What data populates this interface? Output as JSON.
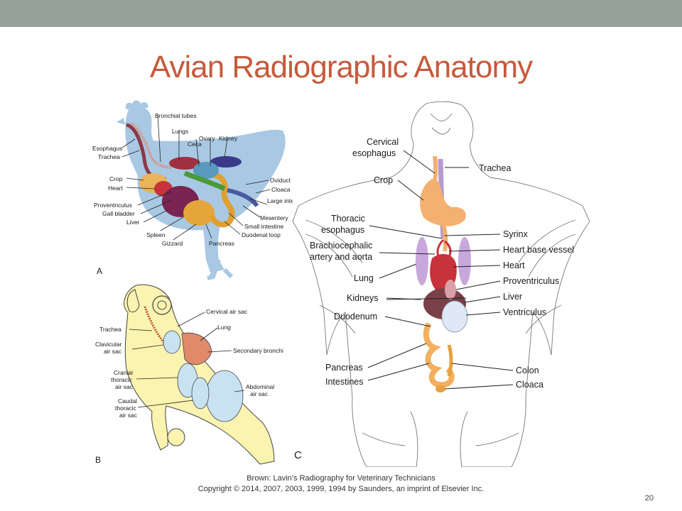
{
  "slide": {
    "title": "Avian Radiographic Anatomy",
    "citation_line1": "Brown: Lavin’s Radiography for Veterinary Technicians",
    "citation_line2": "Copyright © 2014, 2007, 2003, 1999, 1994 by Saunders, an imprint of Elsevier Inc.",
    "page_number": "20",
    "colors": {
      "top_bar": "#95a39a",
      "title": "#c75a3c",
      "body_blue": "#a8c8e4",
      "body_yellow": "#fbf3b0"
    }
  },
  "panel_a": {
    "panel_label": "A",
    "labels": {
      "bronchial_tubes": "Bronchial tubes",
      "lungs": "Lungs",
      "ovary": "Ovary",
      "kidney": "Kidney",
      "ceca": "Ceca",
      "esophagus": "Esophagus",
      "trachea": "Trachea",
      "crop": "Crop",
      "heart": "Heart",
      "proventriculus": "Proventriculus",
      "gall_bladder": "Gall bladder",
      "liver": "Liver",
      "spleen": "Spleen",
      "gizzard": "Gizzard",
      "pancreas": "Pancreas",
      "duodenal_loop": "Duodenal loop",
      "small_intestine": "Small intestine",
      "mesentery": "Mesentery",
      "large_intestine": "Large intestine",
      "cloaca": "Cloaca",
      "oviduct": "Oviduct"
    }
  },
  "panel_b": {
    "panel_label": "B",
    "labels": {
      "cervical_air_sac": "Cervical air sac",
      "lung": "Lung",
      "trachea": "Trachea",
      "clavicular_air_sac": "Clavicular air sac",
      "secondary_bronchi": "Secondary bronchi",
      "cranial_thoracic_air_sac": "Cranial thoracic air sac",
      "abdominal_air_sac": "Abdominal air sac",
      "caudal_thoracic_air_sac": "Caudal thoracic air sac"
    }
  },
  "panel_c": {
    "panel_label": "C",
    "labels": {
      "cervical_esophagus": "Cervical esophagus",
      "trachea": "Trachea",
      "crop": "Crop",
      "thoracic_esophagus": "Thoracic esophagus",
      "syrinx": "Syrinx",
      "brachiocephalic": "Brachiocephalic artery and aorta",
      "heart_base_vessel": "Heart base vessel",
      "heart": "Heart",
      "lung": "Lung",
      "proventriculus": "Proventriculus",
      "kidneys": "Kidneys",
      "liver": "Liver",
      "duodenum": "Duodenum",
      "ventriculus": "Ventriculus",
      "pancreas": "Pancreas",
      "colon": "Colon",
      "intestines": "Intestines",
      "cloaca": "Cloaca"
    }
  }
}
